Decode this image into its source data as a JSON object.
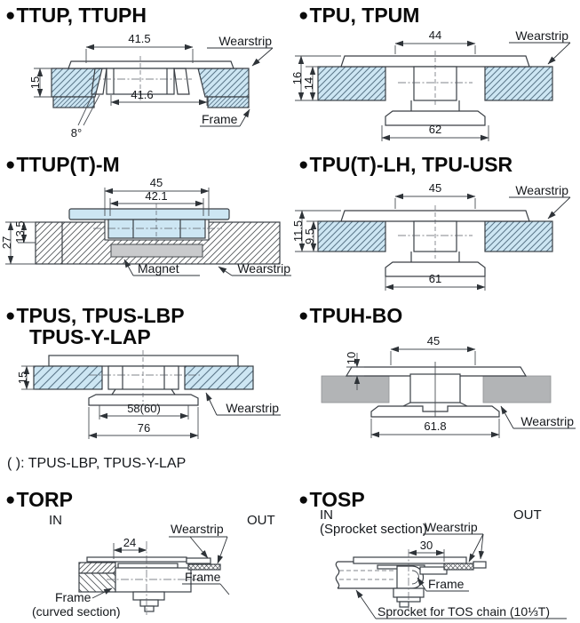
{
  "bullet": "●",
  "colors": {
    "hatch_blue": "#cde6f3",
    "hatch_line_blue": "#5b7689",
    "hatch_line_gray": "#565a5e",
    "drawing_line": "#3a3f45",
    "magnet_gray": "#c9cacc",
    "wearstrip_gray": "#b2b4b6"
  },
  "sections": {
    "ttup": {
      "title": "TTUP, TTUPH",
      "dim_top": "41.5",
      "dim_bottom": "41.6",
      "dim_height": "15",
      "dim_angle": "8°",
      "label_wearstrip": "Wearstrip",
      "label_frame": "Frame"
    },
    "tpu": {
      "title": "TPU, TPUM",
      "dim_top": "44",
      "dim_h_outer": "16",
      "dim_h_inner": "14",
      "dim_bottom": "62",
      "label_wearstrip": "Wearstrip"
    },
    "ttupm": {
      "title": "TTUP(T)-M",
      "dim_top": "45",
      "dim_inner": "42.1",
      "dim_h_outer": "27",
      "dim_h_inner": "13.5",
      "label_magnet": "Magnet",
      "label_wearstrip": "Wearstrip"
    },
    "tpulh": {
      "title": "TPU(T)-LH, TPU-USR",
      "dim_top": "45",
      "dim_h_outer": "11.5",
      "dim_h_inner": "9.5",
      "dim_bottom": "61",
      "label_wearstrip": "Wearstrip"
    },
    "tpus": {
      "title_line1": "TPUS, TPUS-LBP",
      "title_line2": "TPUS-Y-LAP",
      "dim_height": "15",
      "dim_inner": "58(60)",
      "dim_bottom": "76",
      "label_wearstrip": "Wearstrip",
      "footnote": "( ): TPUS-LBP, TPUS-Y-LAP"
    },
    "tpuhbo": {
      "title": "TPUH-BO",
      "dim_top": "45",
      "dim_height": "10",
      "dim_bottom": "61.8",
      "label_wearstrip": "Wearstrip"
    },
    "torp": {
      "title": "TORP",
      "label_in": "IN",
      "label_out": "OUT",
      "dim_width": "24",
      "label_wearstrip": "Wearstrip",
      "label_frame": "Frame",
      "label_frame_curved_1": "Frame",
      "label_frame_curved_2": "(curved section)"
    },
    "tosp": {
      "title": "TOSP",
      "label_in": "IN",
      "label_in_sub": "(Sprocket section)",
      "label_out": "OUT",
      "dim_width": "30",
      "label_wearstrip": "Wearstrip",
      "label_frame": "Frame",
      "label_sprocket": "Sprocket for TOS chain (10⅓T)"
    }
  }
}
